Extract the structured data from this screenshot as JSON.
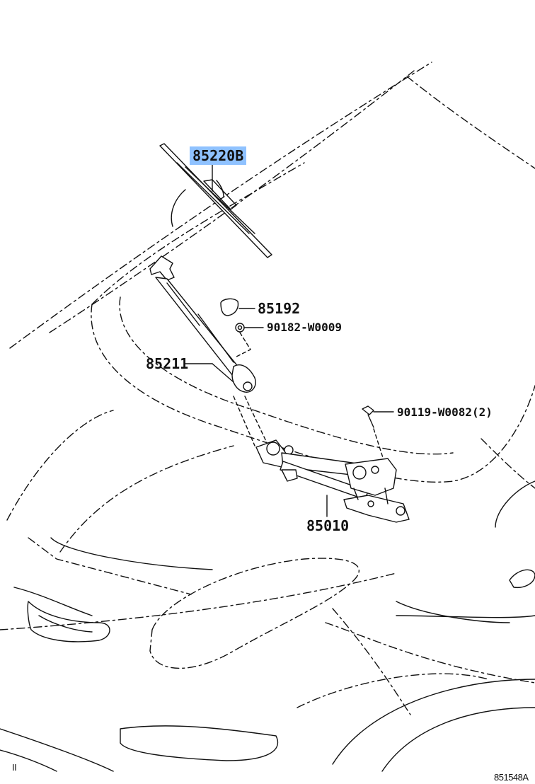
{
  "diagram": {
    "callouts": {
      "wiper_blade": "85220B",
      "cap": "85192",
      "nut": "90182-W0009",
      "wiper_arm": "85211",
      "bolt": "90119-W0082",
      "bolt_qty": "(2)",
      "link_assembly": "85010"
    },
    "footer": {
      "left_mark": "II",
      "figure_code": "851548A"
    },
    "highlight_color": "#8fc2ff"
  }
}
